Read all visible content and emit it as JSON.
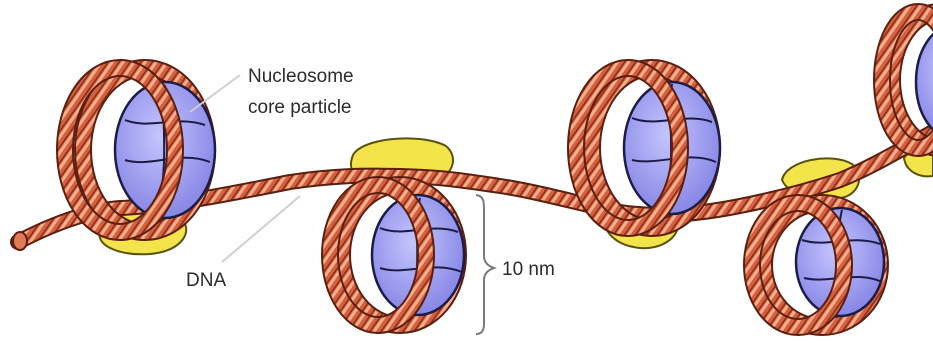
{
  "labels": {
    "nucleosome_line1": "Nucleosome",
    "nucleosome_line2": "core particle",
    "dna": "DNA",
    "width": "10 nm"
  },
  "colors": {
    "dna_rope": "#d4603f",
    "dna_outline": "#5a1f10",
    "dna_stripe": "#f4b08e",
    "histone": "#9c9cf2",
    "histone_outline": "#1c1c46",
    "linker_histone": "#f2e44a",
    "linker_outline": "#5a5310",
    "leader_line": "#cfcfcf"
  }
}
